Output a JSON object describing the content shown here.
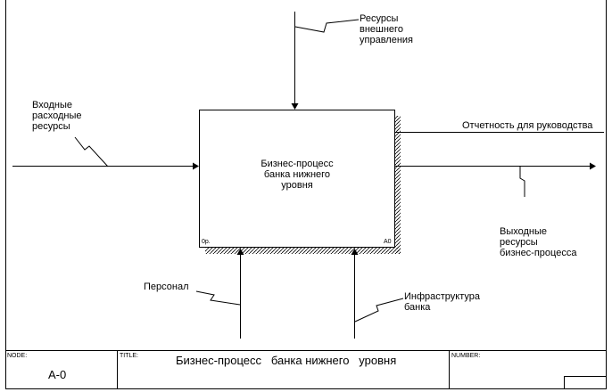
{
  "diagram": {
    "box": {
      "title": "Бизнес-процесс\nбанка нижнего\nуровня",
      "op_label": "0р.",
      "node_number": "A0"
    },
    "arrows": {
      "control": "Ресурсы\nвнешнего\nуправления",
      "input": "Входные\nрасходные\nресурсы",
      "output_report": "Отчетность для руководства",
      "output_main": "Выходные\nресурсы\nбизнес-процесса",
      "mechanism_staff": "Персонал",
      "mechanism_infra": "Инфраструктура\nбанка"
    }
  },
  "frame": {
    "node_caption": "NODE:",
    "node_value": "A-0",
    "title_caption": "TITLE:",
    "title_value": "Бизнес-процесс   банка нижнего   уровня",
    "number_caption": "NUMBER:"
  }
}
